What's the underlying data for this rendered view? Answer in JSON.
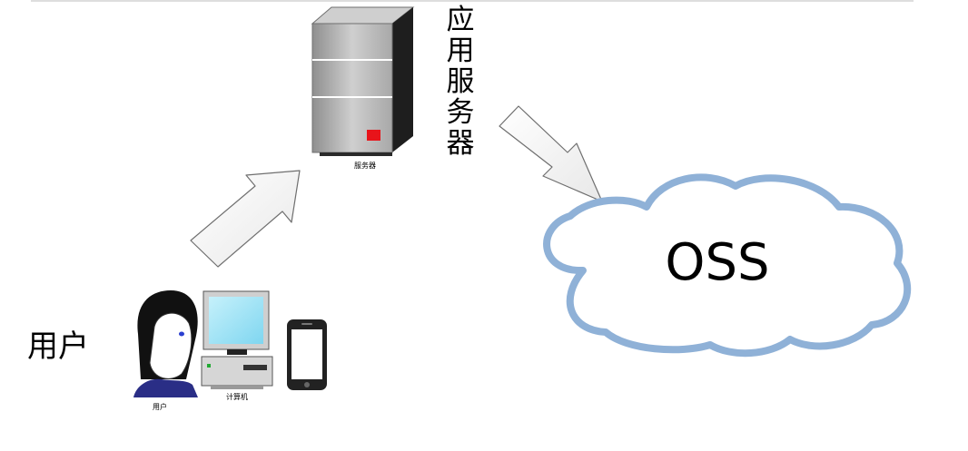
{
  "diagram": {
    "nodes": {
      "app_server": {
        "label_vertical": [
          "应",
          "用",
          "服",
          "务",
          "器"
        ],
        "caption": "服务器"
      },
      "user": {
        "label": "用户",
        "person_caption": "用户",
        "computer_caption": "计算机"
      },
      "storage": {
        "label": "OSS"
      }
    },
    "edges": [
      {
        "from": "user",
        "to": "app_server"
      },
      {
        "from": "app_server",
        "to": "storage"
      }
    ]
  },
  "colors": {
    "cloud_outline": "#8fb1d7",
    "server_indicator": "#e8141a",
    "monitor_screen": "#9fe3f7",
    "hair": "#111111",
    "collar": "#2a2e86",
    "eye": "#2b3fd0"
  }
}
